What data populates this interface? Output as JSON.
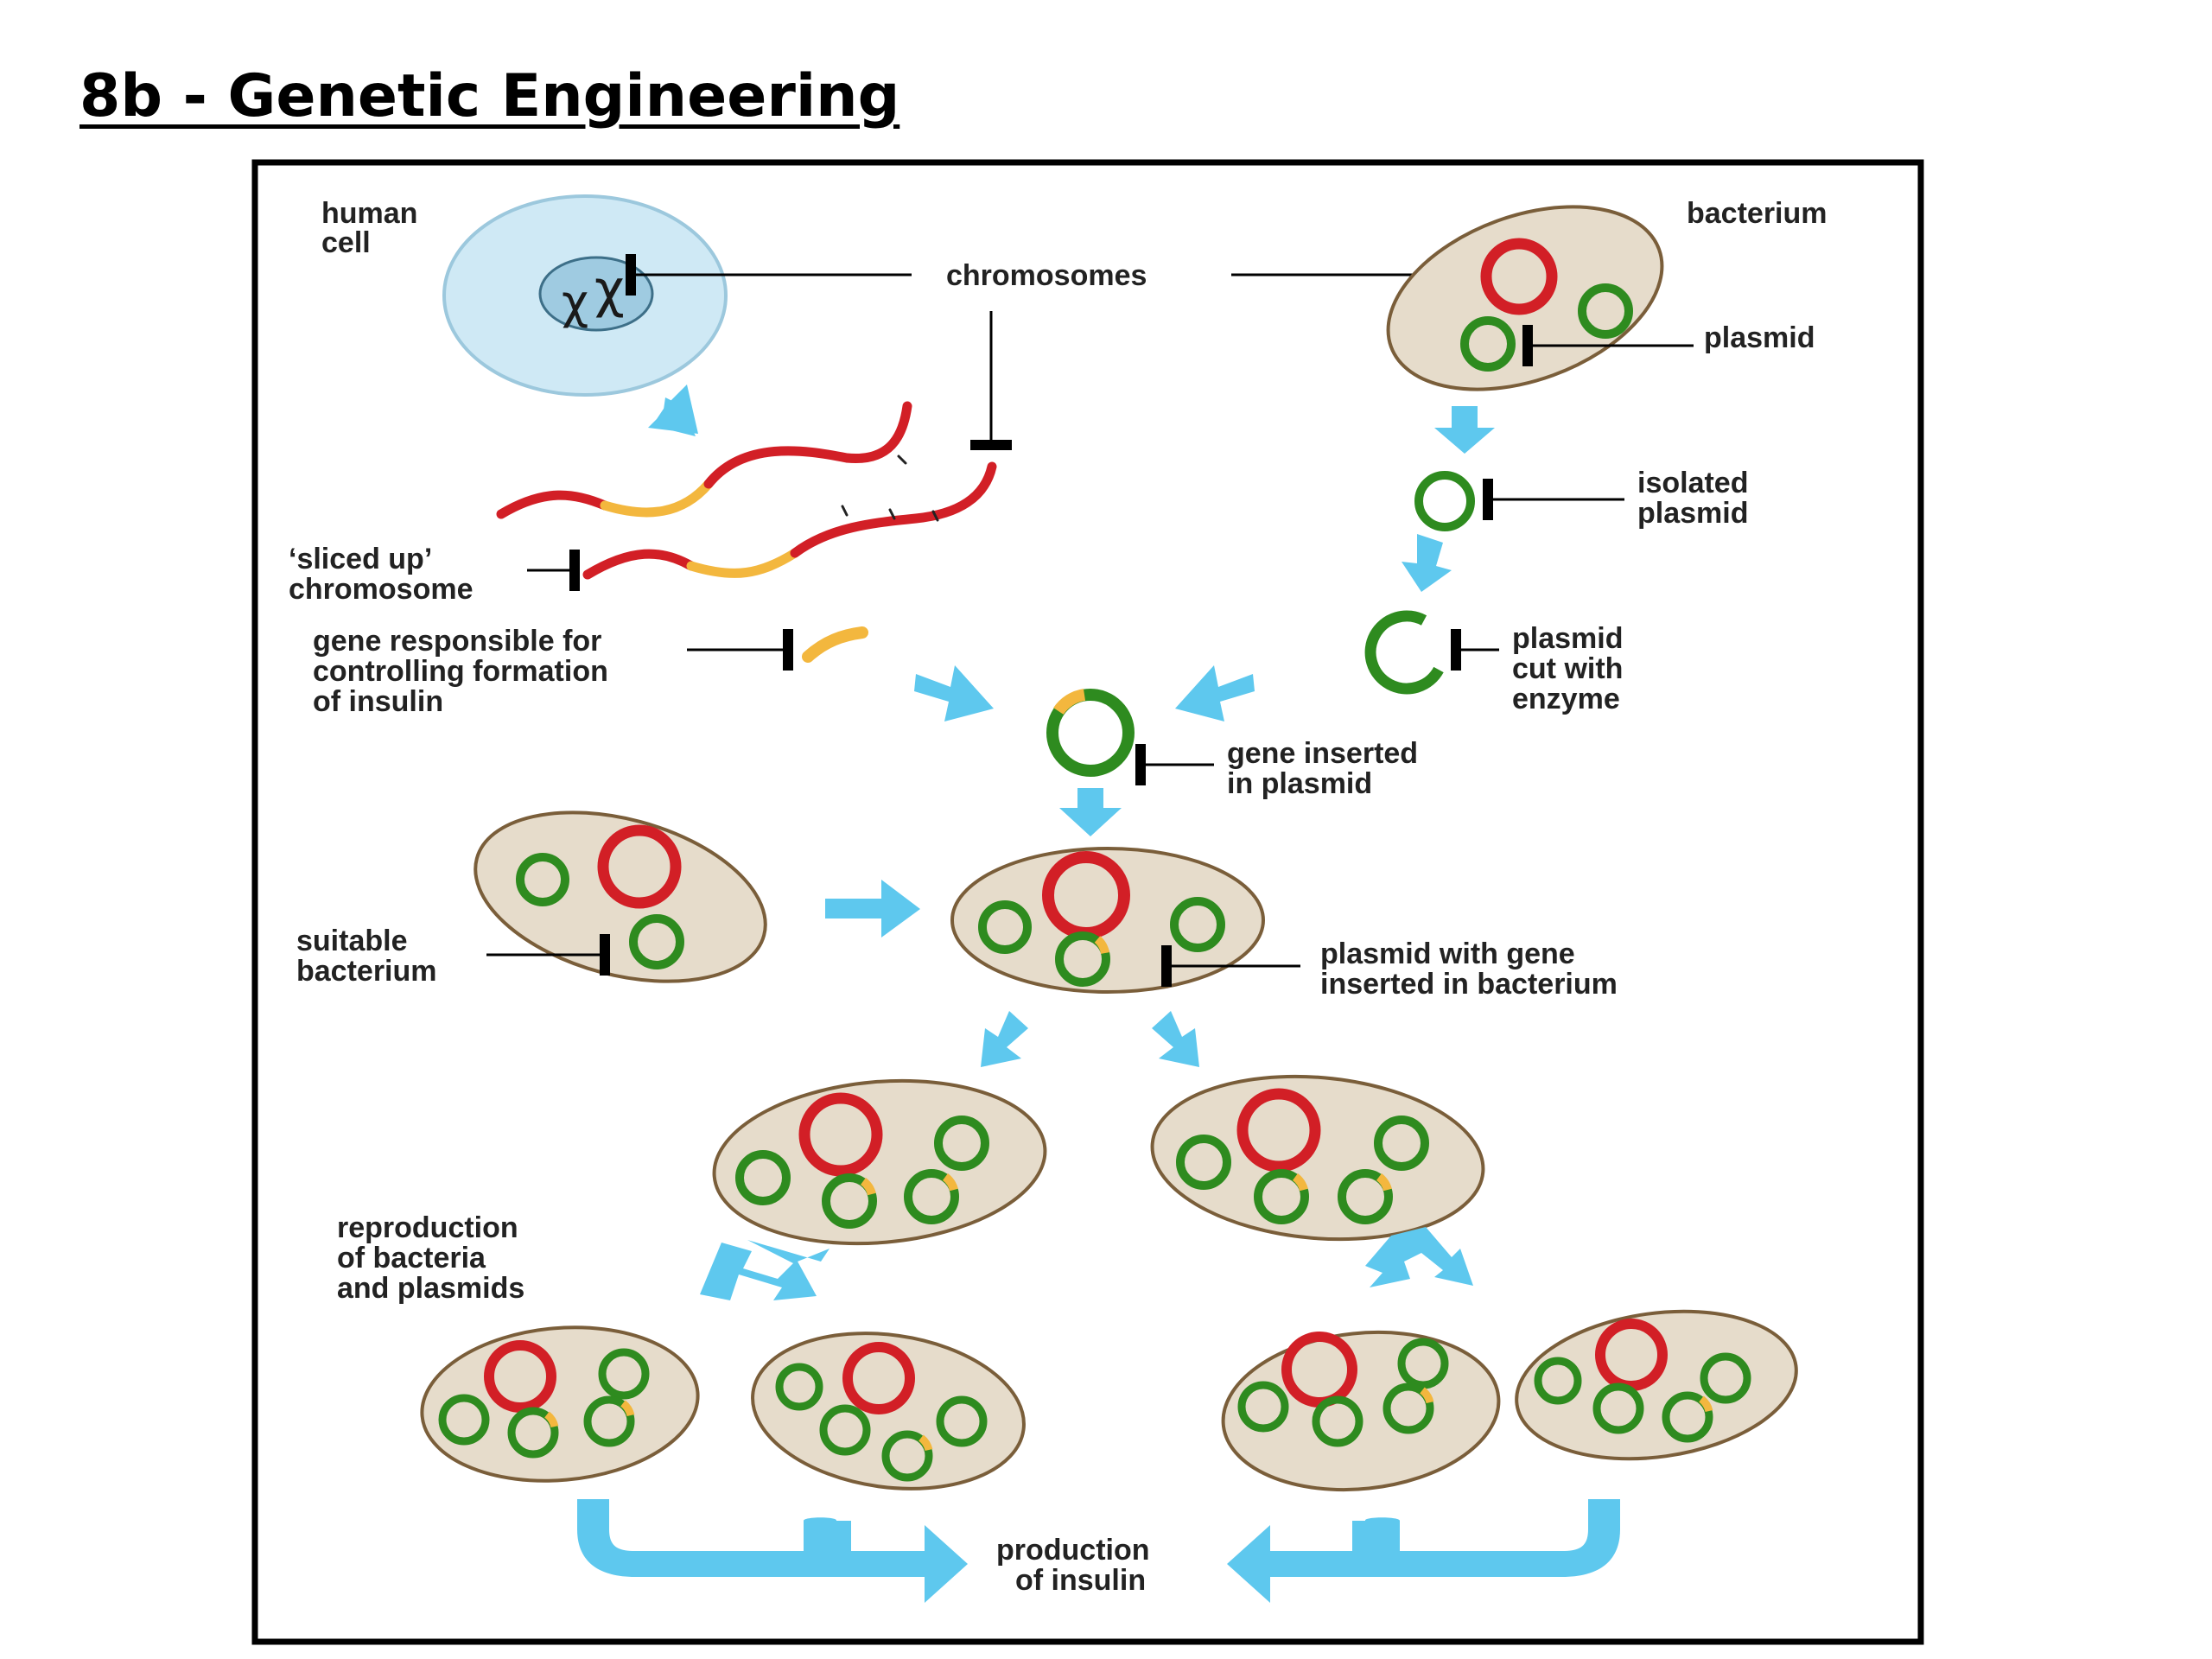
{
  "title": "8b - Genetic Engineering",
  "labels": {
    "human_cell": [
      "human",
      "cell"
    ],
    "chromosomes": "chromosomes",
    "bacterium": "bacterium",
    "plasmid": "plasmid",
    "isolated_plasmid": [
      "isolated",
      "plasmid"
    ],
    "sliced_chromosome": [
      "‘sliced up’",
      "chromosome"
    ],
    "insulin_gene": [
      "gene responsible for",
      "controlling formation",
      "of insulin"
    ],
    "plasmid_cut": [
      "plasmid",
      "cut with",
      "enzyme"
    ],
    "gene_inserted": [
      "gene inserted",
      "in plasmid"
    ],
    "suitable_bacterium": [
      "suitable",
      "bacterium"
    ],
    "plasmid_in_bacterium": [
      "plasmid with gene",
      "inserted in bacterium"
    ],
    "reproduction": [
      "reproduction",
      "of bacteria",
      "and plasmids"
    ],
    "production": [
      "production",
      "of insulin"
    ]
  },
  "colors": {
    "arrow": "#5ec8ee",
    "cell_fill": "#e6dccb",
    "cell_stroke": "#7a5e3a",
    "human_cell": "#cfe9f5",
    "chromosome_red": "#d21f26",
    "gene_yellow": "#f3b73e",
    "plasmid_green": "#2e8b1f",
    "frame": "#000000"
  }
}
